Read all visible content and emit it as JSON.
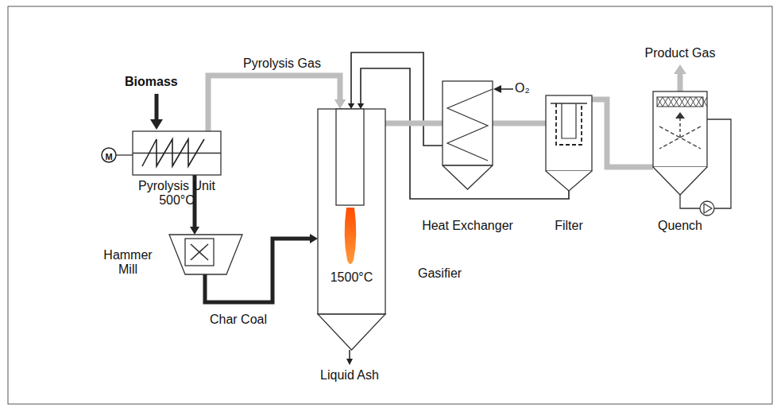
{
  "diagram": {
    "nodes": [
      {
        "text": [
          "Pyrolysis Unit 500°C"
        ]
      },
      {
        "text": [
          "Hammer Mill"
        ]
      },
      {
        "text": [
          "1500°C",
          "Gasifier"
        ]
      },
      {
        "text": [
          "Heat Exchanger"
        ]
      },
      {
        "text": [
          "Filter"
        ]
      },
      {
        "text": [
          "Quench"
        ]
      }
    ],
    "edges": [
      {
        "from": 0,
        "to": 1,
        "arrow": "to"
      },
      {
        "from": 0,
        "to": 2,
        "label": "Pyrolysis Gas",
        "arrow": "to"
      },
      {
        "from": 1,
        "to": 2,
        "label": "Char Coal",
        "arrow": "to"
      },
      {
        "from": 2,
        "to": 3,
        "arrow": "none"
      },
      {
        "from": 3,
        "to": 4,
        "arrow": "none"
      },
      {
        "from": 4,
        "to": 5,
        "arrow": "none"
      },
      {
        "from": 3,
        "to": 2,
        "arrow": "to"
      },
      {
        "from": 4,
        "to": 2,
        "arrow": "to"
      }
    ],
    "labels": [
      "Biomass",
      "M",
      "Liquid Ash",
      "Product Gas",
      "O₂"
    ]
  }
}
